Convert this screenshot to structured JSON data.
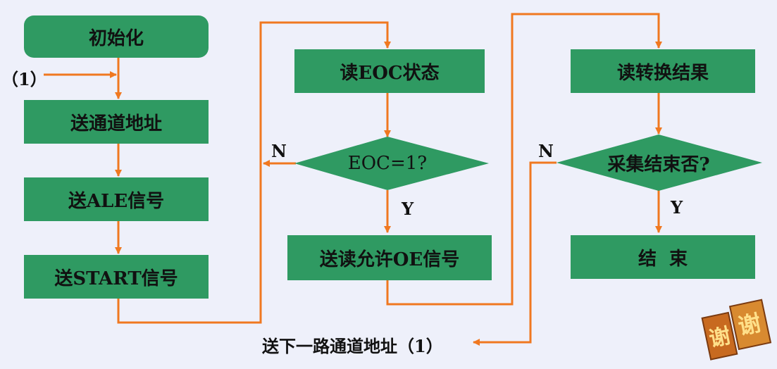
{
  "flow": {
    "init": "初始化",
    "entry_label": "（1）",
    "send_channel_addr": "送通道地址",
    "send_ale": "送ALE信号",
    "send_start": "送START信号",
    "read_eoc": "读EOC状态",
    "eoc_check": "EOC=1?",
    "eoc_no": "N",
    "eoc_yes": "Y",
    "send_oe": "送读允许OE信号",
    "read_result": "读转换结果",
    "collect_done_check": "采集结束否?",
    "collect_no": "N",
    "collect_yes": "Y",
    "end": "结  束",
    "next_channel": "送下一路通道地址（1）"
  },
  "decoration": {
    "thanks_text": "谢谢"
  },
  "colors": {
    "box_fill": "#2f9a62",
    "arrow": "#f07820",
    "background": "#eef0fa"
  }
}
